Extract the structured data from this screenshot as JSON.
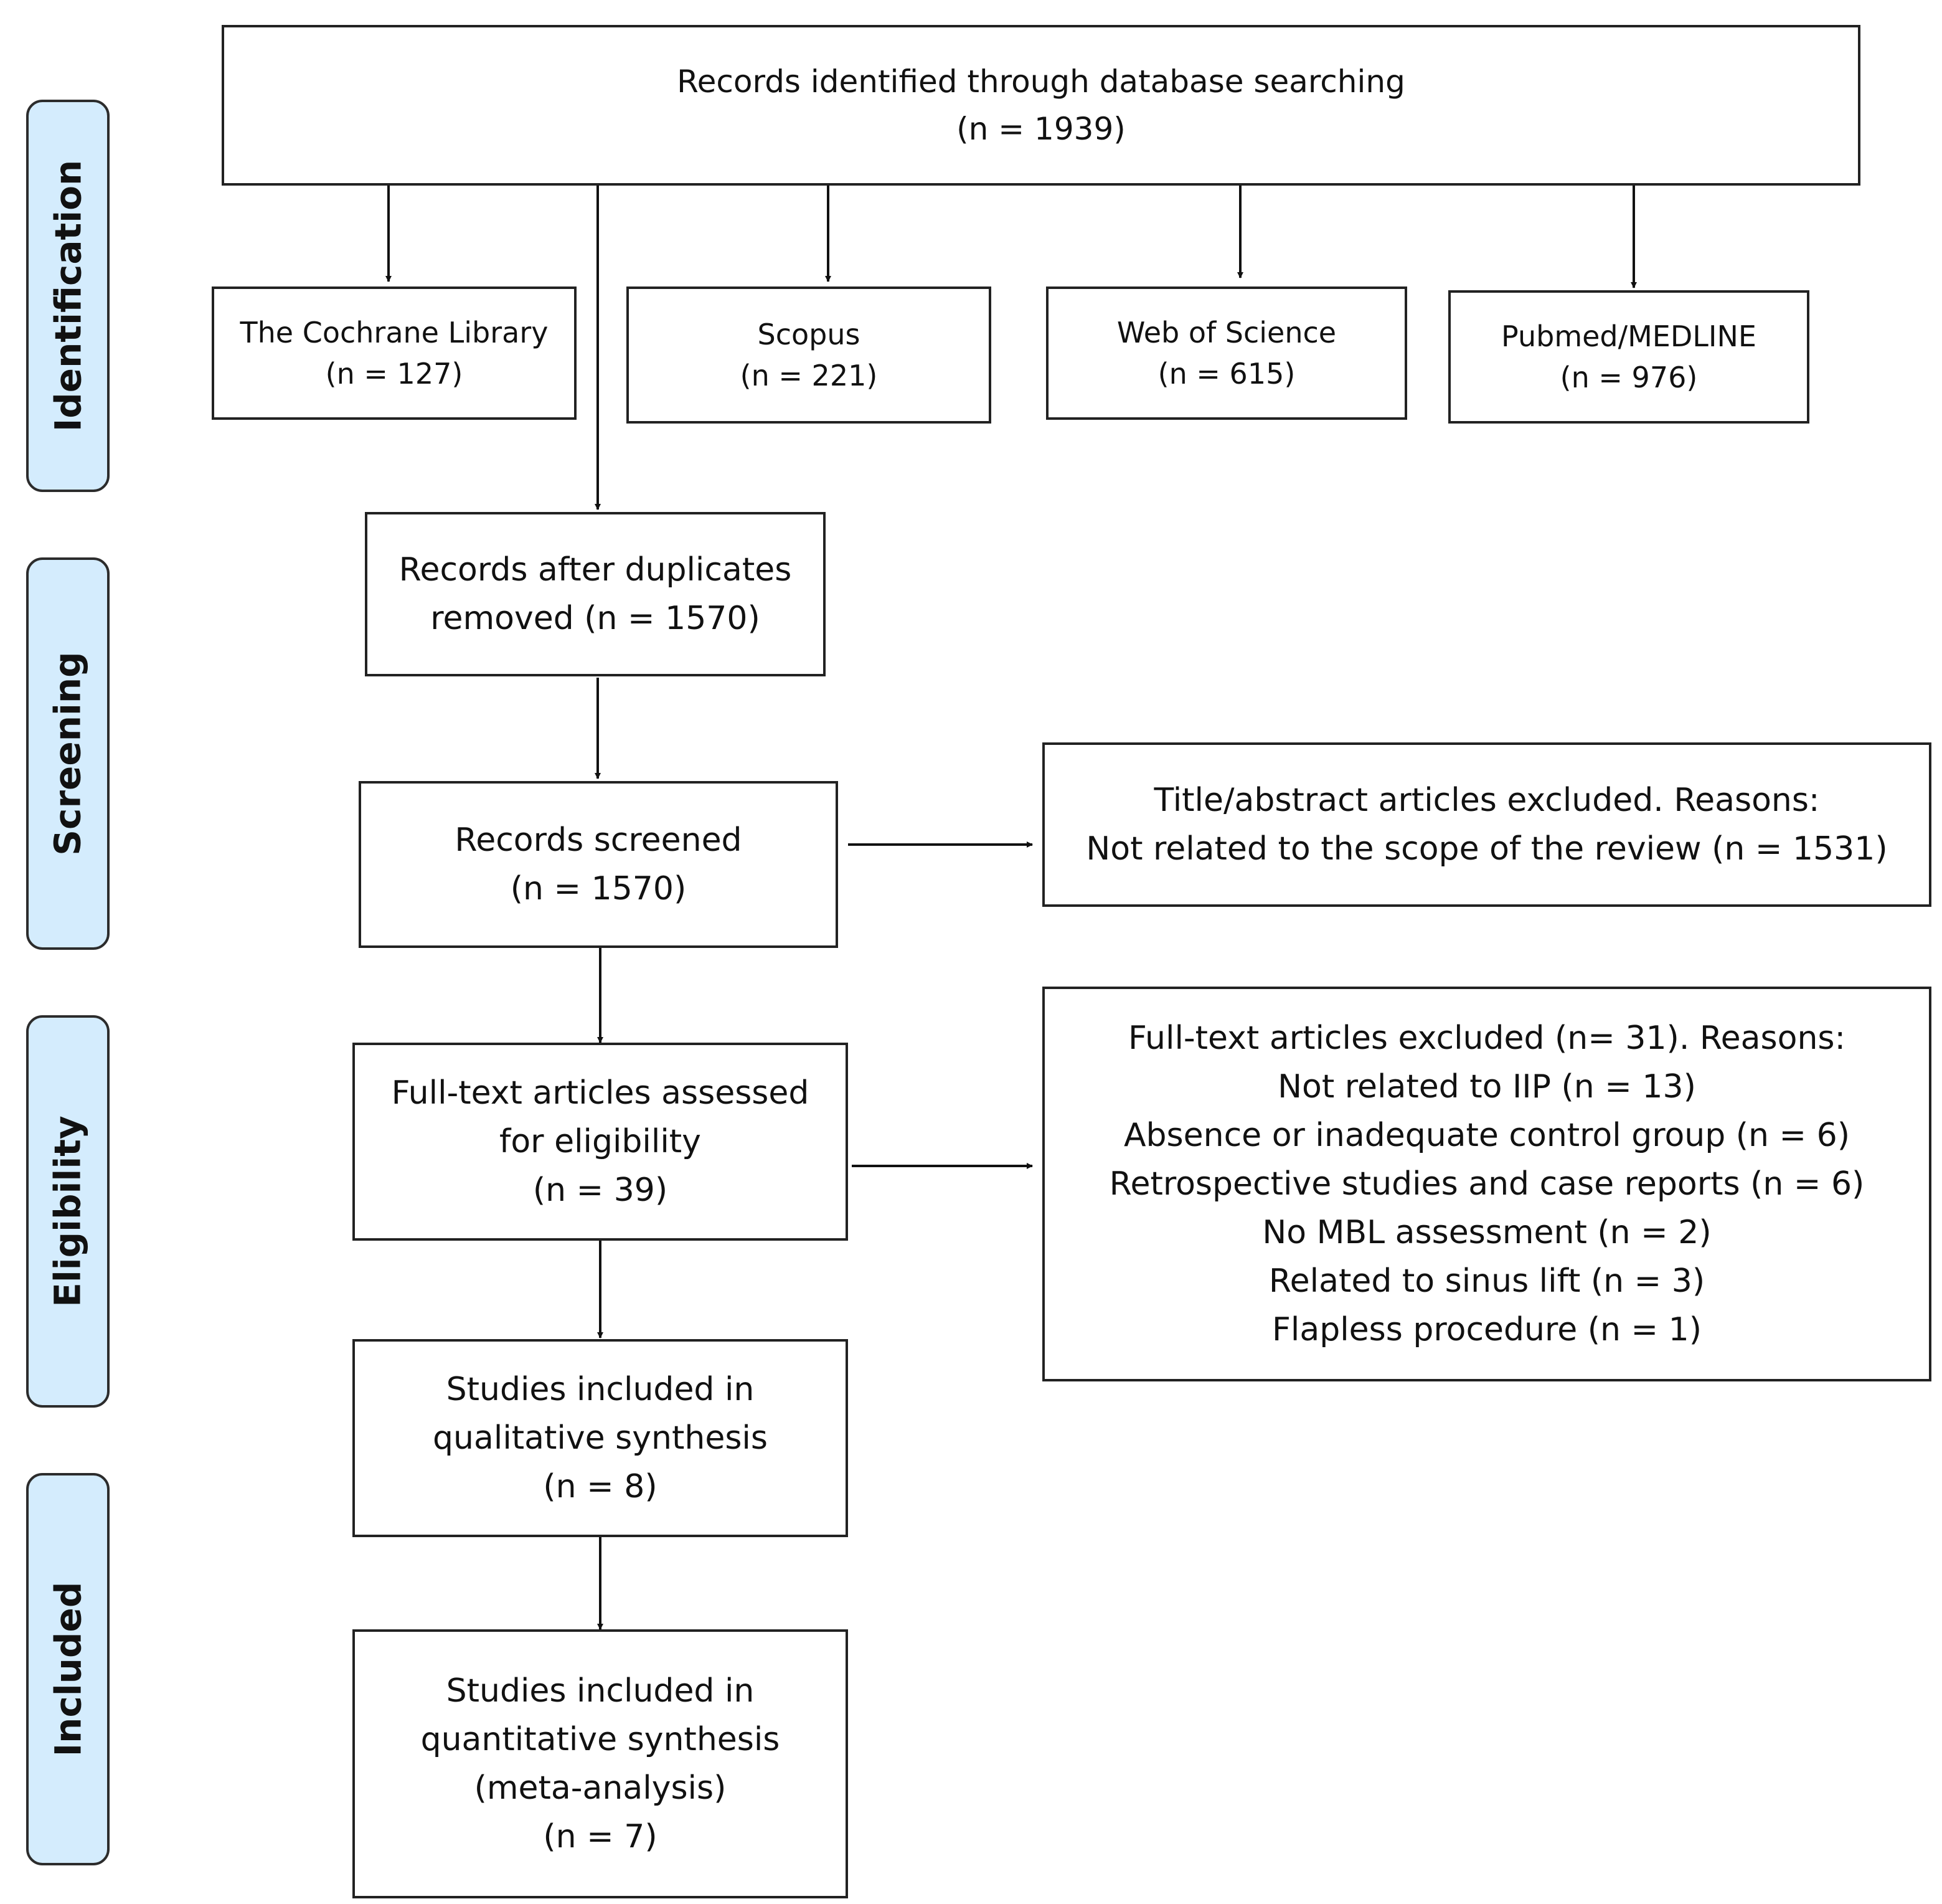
{
  "stages": {
    "identification": "Identification",
    "screening": "Screening",
    "eligibility": "Eligibility",
    "included": "Included"
  },
  "boxes": {
    "records_identified": {
      "line1": "Records identified through database searching",
      "line2": "(n = 1939)"
    },
    "cochrane": {
      "line1": "The Cochrane Library",
      "line2": "(n = 127)"
    },
    "scopus": {
      "line1": "Scopus",
      "line2": "(n = 221)"
    },
    "wos": {
      "line1": "Web of Science",
      "line2": "(n = 615)"
    },
    "pubmed": {
      "line1": "Pubmed/MEDLINE",
      "line2": "(n = 976)"
    },
    "after_duplicates": {
      "line1": "Records after duplicates",
      "line2": "removed (n = 1570)"
    },
    "screened": {
      "line1": "Records screened",
      "line2": "(n = 1570)"
    },
    "title_excluded": {
      "line1": "Title/abstract articles excluded. Reasons:",
      "line2": "Not related to the scope of the review (n = 1531)"
    },
    "fulltext_assessed": {
      "line1": "Full-text articles assessed",
      "line2": "for eligibility",
      "line3": "(n = 39)"
    },
    "fulltext_excluded": {
      "header": "Full-text articles excluded (n= 31). Reasons:",
      "reasons": [
        "Not related to IIP (n = 13)",
        "Absence or inadequate control group (n = 6)",
        "Retrospective studies and case reports (n = 6)",
        "No MBL assessment (n = 2)",
        "Related to sinus lift (n = 3)",
        "Flapless procedure (n = 1)"
      ]
    },
    "qualitative": {
      "line1": "Studies included in",
      "line2": "qualitative synthesis",
      "line3": "(n = 8)"
    },
    "quantitative": {
      "line1": "Studies included in",
      "line2": "quantitative synthesis",
      "line3": "(meta-analysis)",
      "line4": "(n = 7)"
    }
  }
}
